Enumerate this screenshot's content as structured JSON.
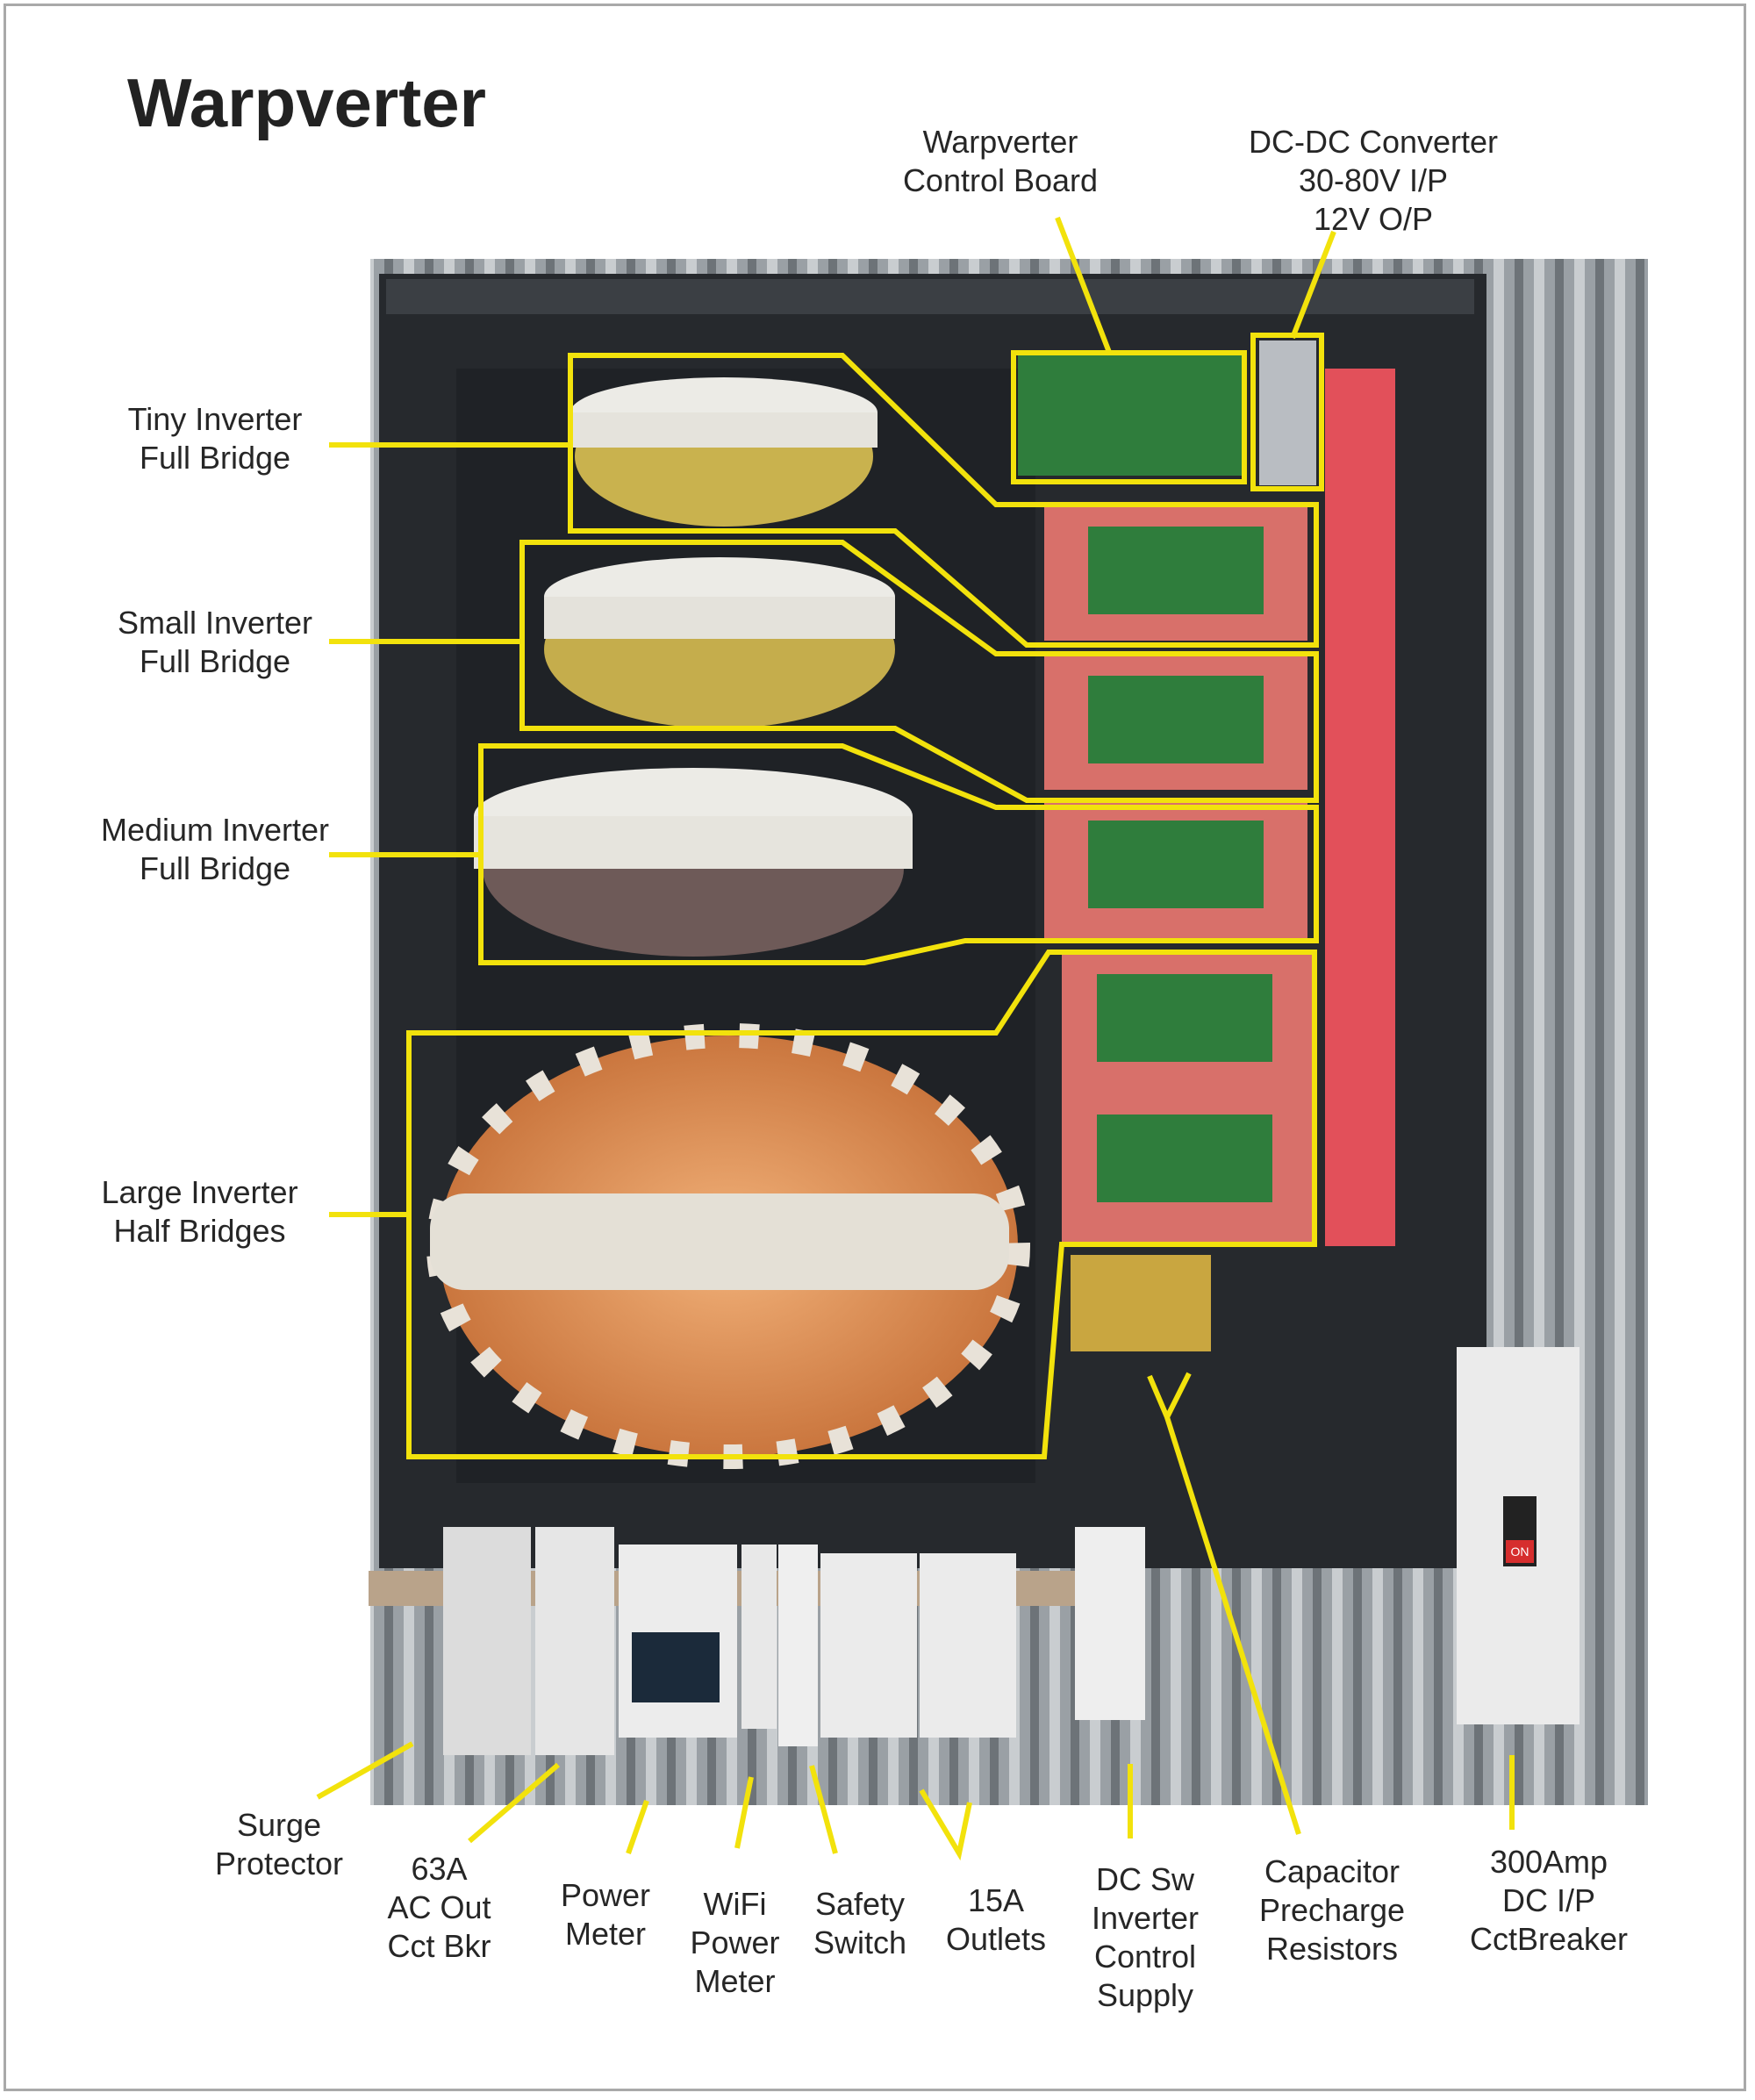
{
  "title": "Warpverter",
  "labels": {
    "control_board": "Warpverter\nControl Board",
    "dcdc": "DC-DC Converter\n30-80V I/P\n12V O/P",
    "tiny": "Tiny Inverter\nFull Bridge",
    "small": "Small Inverter\nFull Bridge",
    "medium": "Medium Inverter\nFull Bridge",
    "large": "Large Inverter\nHalf Bridges",
    "surge": "Surge\nProtector",
    "ac_breaker": "63A\nAC Out\nCct Bkr",
    "power_meter": "Power\nMeter",
    "wifi_meter": "WiFi\nPower\nMeter",
    "safety": "Safety\nSwitch",
    "outlets": "15A\nOutlets",
    "dc_sw": "DC Sw\nInverter\nControl\nSupply",
    "precharge": "Capacitor\nPrecharge\nResistors",
    "dc_breaker": "300Amp\nDC I/P\nCctBreaker"
  },
  "device_text": {
    "on_switch": "ON"
  },
  "colors": {
    "annotation": "#f2e20c",
    "text": "#262626",
    "copper": "#d9824a",
    "busbar": "#e2505a",
    "pcb": "#2f7d3c",
    "enclosure": "#2b2e33",
    "cladding": "#8e9398"
  }
}
